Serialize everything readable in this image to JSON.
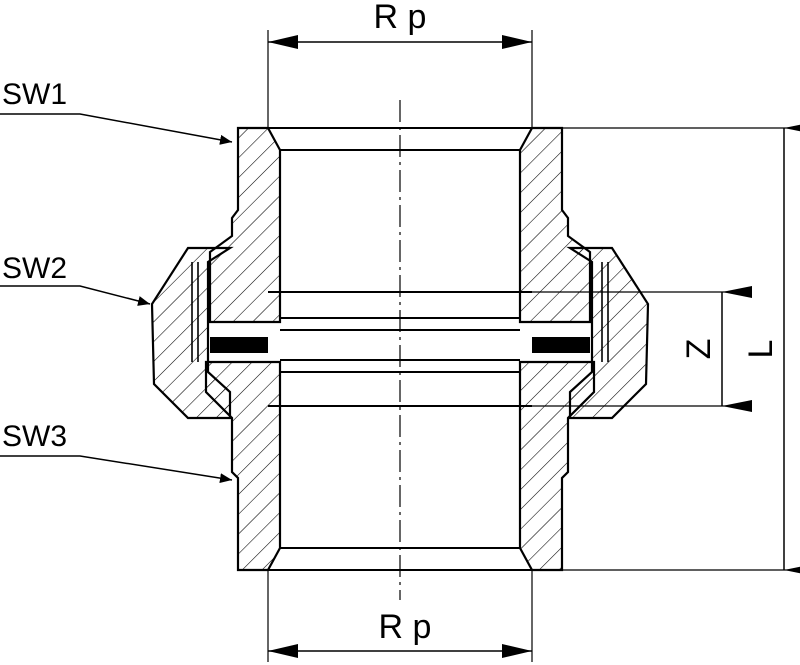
{
  "labels": {
    "top_dimension": "R p",
    "bottom_dimension": "R p",
    "sw1": "SW1",
    "sw2": "SW2",
    "sw3": "SW3",
    "z": "Z",
    "l": "L"
  }
}
